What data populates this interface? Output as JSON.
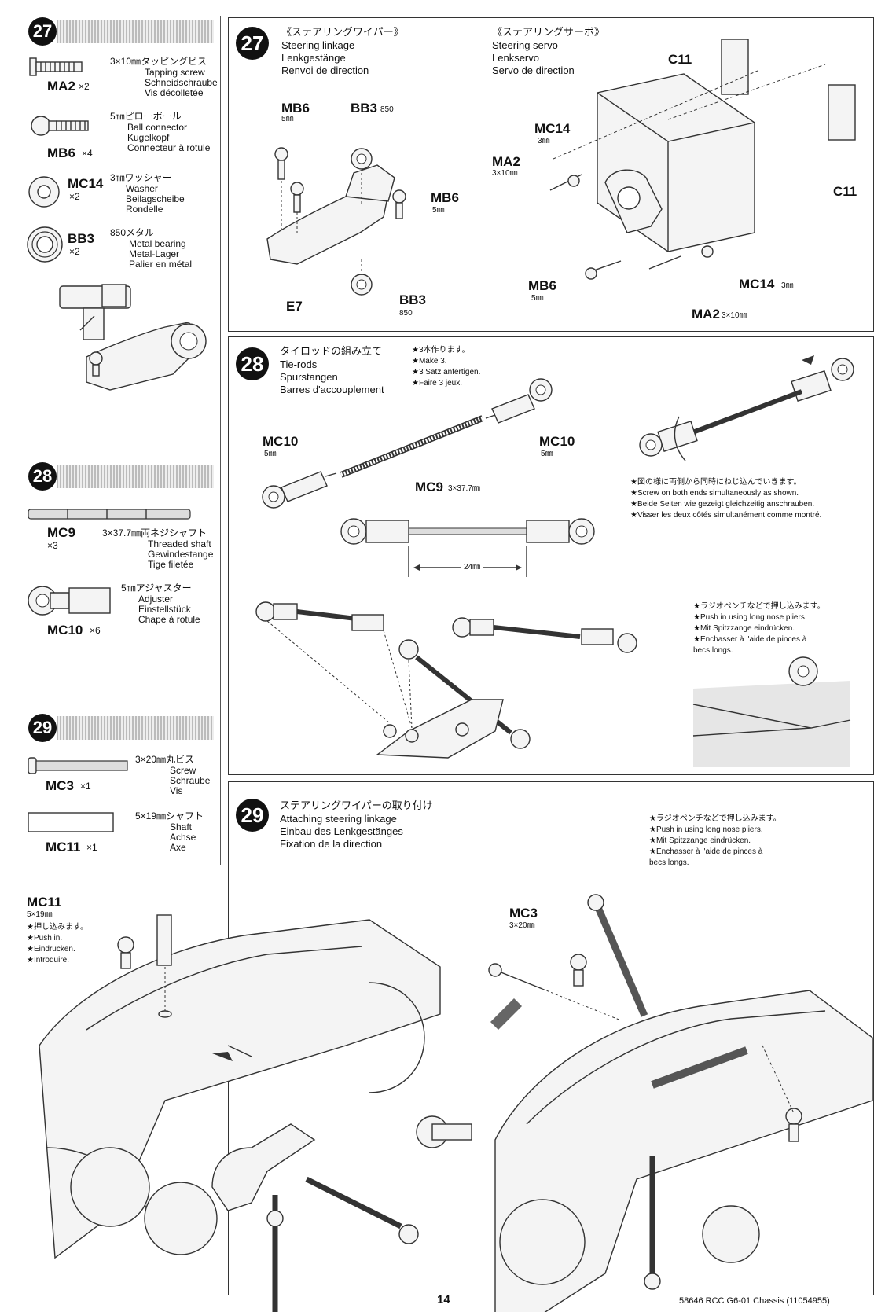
{
  "left_parts": {
    "s27": {
      "number": "27",
      "ma2": {
        "code": "MA2",
        "qty": "×2",
        "spec": "3×10㎜タッピングビス",
        "en": "Tapping screw",
        "de": "Schneidschraube",
        "fr": "Vis décolletée"
      },
      "mb6": {
        "code": "MB6",
        "qty": "×4",
        "spec": "5㎜ピローボール",
        "en": "Ball connector",
        "de": "Kugelkopf",
        "fr": "Connecteur à rotule"
      },
      "mc14": {
        "code": "MC14",
        "qty": "×2",
        "spec": "3㎜ワッシャー",
        "en": "Washer",
        "de": "Beilagscheibe",
        "fr": "Rondelle"
      },
      "bb3": {
        "code": "BB3",
        "qty": "×2",
        "spec": "850メタル",
        "en": "Metal bearing",
        "de": "Metal-Lager",
        "fr": "Palier en métal"
      }
    },
    "s28": {
      "number": "28",
      "mc9": {
        "code": "MC9",
        "qty": "×3",
        "spec": "3×37.7㎜両ネジシャフト",
        "en": "Threaded shaft",
        "de": "Gewindestange",
        "fr": "Tige filetée"
      },
      "mc10": {
        "code": "MC10",
        "qty": "×6",
        "spec": "5㎜アジャスター",
        "en": "Adjuster",
        "de": "Einstellstück",
        "fr": "Chape à rotule"
      }
    },
    "s29": {
      "number": "29",
      "mc3": {
        "code": "MC3",
        "qty": "×1",
        "spec": "3×20㎜丸ビス",
        "en": "Screw",
        "de": "Schraube",
        "fr": "Vis"
      },
      "mc11": {
        "code": "MC11",
        "qty": "×1",
        "spec": "5×19㎜シャフト",
        "en": "Shaft",
        "de": "Achse",
        "fr": "Axe"
      }
    }
  },
  "step27": {
    "number": "27",
    "linkage": {
      "ja": "《ステアリングワイパー》",
      "en": "Steering linkage",
      "de": "Lenkgestänge",
      "fr": "Renvoi de direction"
    },
    "servo": {
      "ja": "《ステアリングサーボ》",
      "en": "Steering servo",
      "de": "Lenkservo",
      "fr": "Servo de direction"
    },
    "labels": {
      "mb6_a": "MB6",
      "mb6_a_sub": "5㎜",
      "bb3_a": "BB3",
      "bb3_a_sub": "850",
      "mb6_b": "MB6",
      "mb6_b_sub": "5㎜",
      "e7": "E7",
      "bb3_b": "BB3",
      "bb3_b_sub": "850",
      "c11_a": "C11",
      "c11_b": "C11",
      "mc14_a": "MC14",
      "mc14_a_sub": "3㎜",
      "ma2_a": "MA2",
      "ma2_a_sub": "3×10㎜",
      "mb6_c": "MB6",
      "mb6_c_sub": "5㎜",
      "mc14_b": "MC14",
      "mc14_b_sub": "3㎜",
      "ma2_b": "MA2",
      "ma2_b_sub": "3×10㎜"
    }
  },
  "step28": {
    "number": "28",
    "title": {
      "ja": "タイロッドの組み立て",
      "en": "Tie-rods",
      "de": "Spurstangen",
      "fr": "Barres d'accouplement"
    },
    "make": [
      "★3本作ります。",
      "★Make 3.",
      "★3 Satz anfertigen.",
      "★Faire 3 jeux."
    ],
    "mc10_a": "MC10",
    "mc10_a_sub": "5㎜",
    "mc10_b": "MC10",
    "mc10_b_sub": "5㎜",
    "mc9": "MC9",
    "mc9_sub": "3×37.7㎜",
    "length": "24㎜",
    "screw_note": [
      "★図の様に両側から同時にねじ込んでいきます。",
      "★Screw on both ends simultaneously as shown.",
      "★Beide Seiten wie gezeigt gleichzeitig anschrauben.",
      "★Visser les deux côtés simultanément comme montré."
    ],
    "push_note": [
      "★ラジオペンチなどで押し込みます。",
      "★Push in using long nose pliers.",
      "★Mit Spitzzange eindrücken.",
      "★Enchasser à l'aide de pinces à",
      "becs longs."
    ]
  },
  "step29": {
    "number": "29",
    "title": {
      "ja": "ステアリングワイパーの取り付け",
      "en": "Attaching steering linkage",
      "de": "Einbau des Lenkgestänges",
      "fr": "Fixation de la direction"
    },
    "push_note": [
      "★ラジオペンチなどで押し込みます。",
      "★Push in using long nose pliers.",
      "★Mit Spitzzange eindrücken.",
      "★Enchasser à l'aide de pinces à",
      "becs longs."
    ],
    "mc11": {
      "code": "MC11",
      "sub": "5×19㎜",
      "notes": [
        "★押し込みます。",
        "★Push in.",
        "★Eindrücken.",
        "★Introduire."
      ]
    },
    "mc3": {
      "code": "MC3",
      "sub": "3×20㎜"
    }
  },
  "footer": {
    "page": "14",
    "ref": "58646 RCC G6-01 Chassis (11054955)"
  }
}
